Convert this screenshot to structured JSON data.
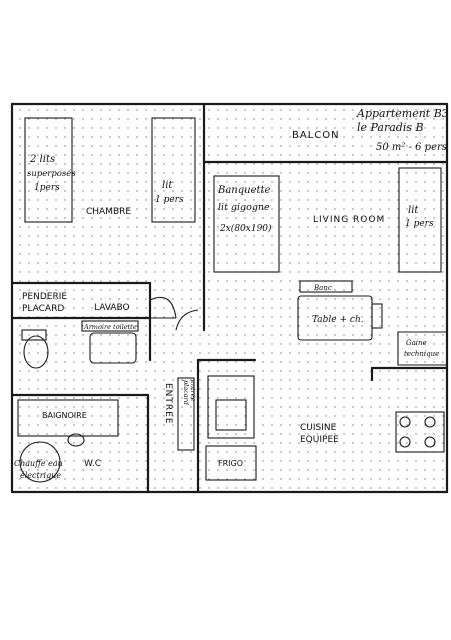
{
  "header": {
    "line1": "Appartement B3",
    "line2": "le Paradis B",
    "line3": "50 m² - 6 pers"
  },
  "rooms": {
    "balcon": "BALCON",
    "chambre": "CHAMBRE",
    "living_room": "LIVING ROOM",
    "penderie": "PENDERIE",
    "placard": "PLACARD",
    "lavabo": "LAVABO",
    "armoire_toilette": "Armoire toilette",
    "baignoire": "BAIGNOIRE",
    "wc": "W.C",
    "entree": "ENTREE",
    "cuisine_line1": "CUISINE",
    "cuisine_line2": "EQUIPEE",
    "frigo": "FRIGO"
  },
  "furniture": {
    "lits_superposes_l1": "2 lits",
    "lits_superposes_l2": "superposés",
    "lits_superposes_l3": "1pers",
    "lit_chambre_l1": "lit",
    "lit_chambre_l2": "1 pers",
    "banquette_l1": "Banquette",
    "banquette_l2": "lit gigogne",
    "banquette_l3": "2x(80x190)",
    "lit_living_l1": "lit",
    "lit_living_l2": "1 pers",
    "banc": "Banc",
    "table": "Table + ch.",
    "gaine_l1": "Gaine",
    "gaine_l2": "technique",
    "placard_ent_l1": "placard",
    "placard_ent_l2": "entrée",
    "chauffe_eau_l1": "Chauffe eau",
    "chauffe_eau_l2": "électrique"
  }
}
